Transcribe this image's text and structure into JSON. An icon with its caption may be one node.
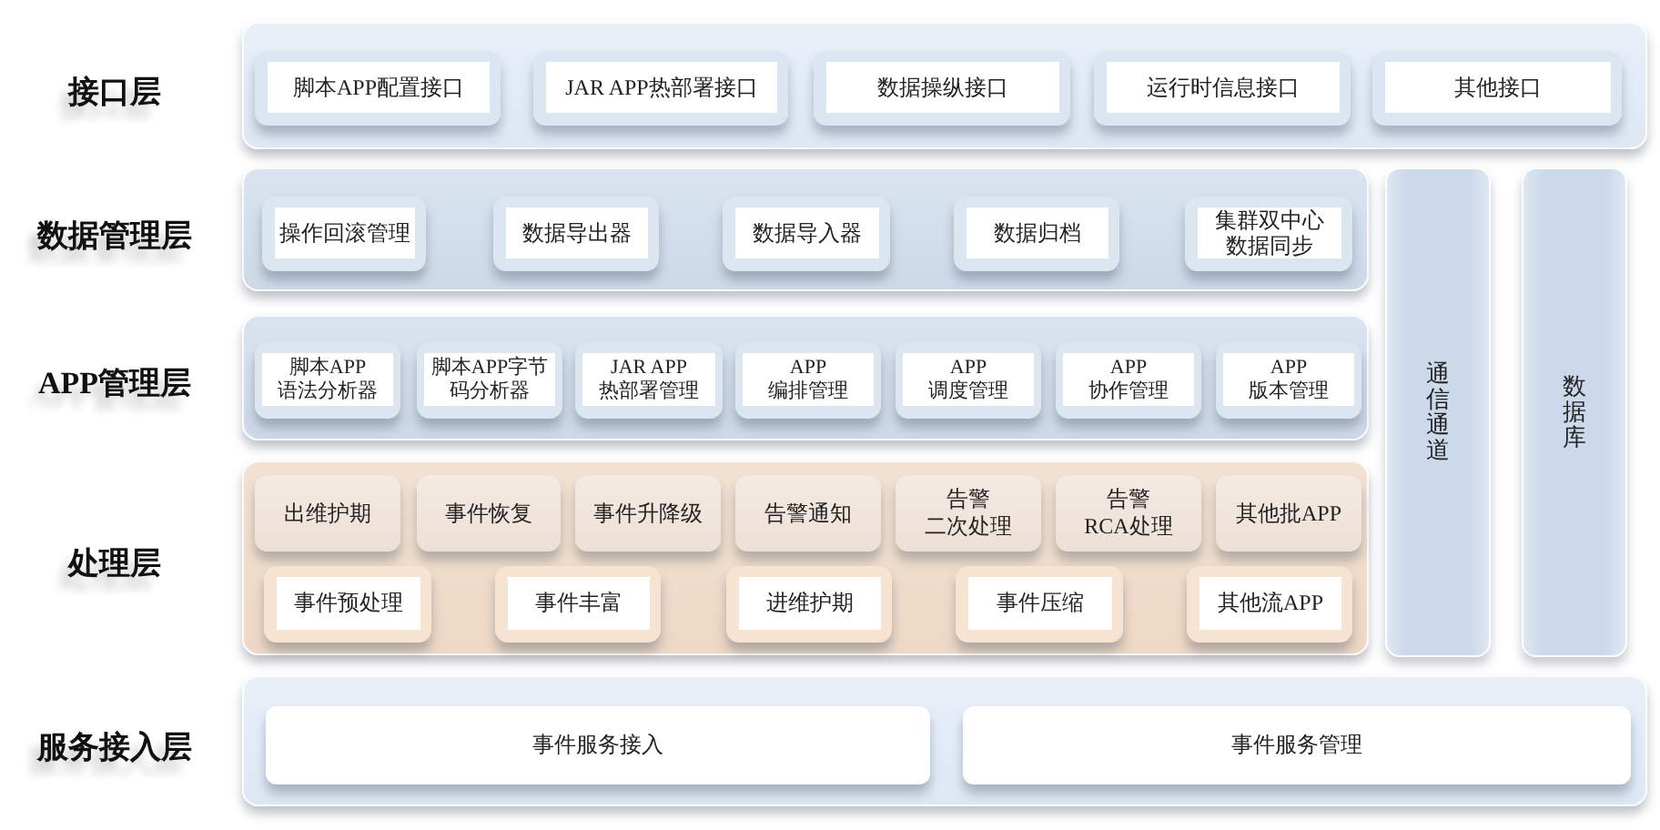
{
  "diagram": {
    "nodes": [
      {
        "text": [
          "接口层"
        ]
      },
      {
        "text": [
          "脚本APP配置接口"
        ],
        "in": 0
      },
      {
        "text": [
          "JAR APP热部署接口"
        ],
        "in": 0
      },
      {
        "text": [
          "数据操纵接口"
        ],
        "in": 0
      },
      {
        "text": [
          "运行时信息接口"
        ],
        "in": 0
      },
      {
        "text": [
          "其他接口"
        ],
        "in": 0
      },
      {
        "text": [
          "数据管理层"
        ]
      },
      {
        "text": [
          "操作回滚管理"
        ],
        "in": 6
      },
      {
        "text": [
          "数据导出器"
        ],
        "in": 6
      },
      {
        "text": [
          "数据导入器"
        ],
        "in": 6
      },
      {
        "text": [
          "数据归档"
        ],
        "in": 6
      },
      {
        "text": [
          "集群双中心数据同步"
        ],
        "in": 6
      },
      {
        "text": [
          "APP管理层"
        ]
      },
      {
        "text": [
          "脚本APP语法分析器"
        ],
        "in": 12
      },
      {
        "text": [
          "脚本APP字节码分析器"
        ],
        "in": 12
      },
      {
        "text": [
          "JAR APP热部署管理"
        ],
        "in": 12
      },
      {
        "text": [
          "APP编排管理"
        ],
        "in": 12
      },
      {
        "text": [
          "APP调度管理"
        ],
        "in": 12
      },
      {
        "text": [
          "APP协作管理"
        ],
        "in": 12
      },
      {
        "text": [
          "APP版本管理"
        ],
        "in": 12
      },
      {
        "text": [
          "处理层"
        ]
      },
      {
        "text": [
          "出维护期"
        ],
        "in": 20
      },
      {
        "text": [
          "事件恢复"
        ],
        "in": 20
      },
      {
        "text": [
          "事件升降级"
        ],
        "in": 20
      },
      {
        "text": [
          "告警通知"
        ],
        "in": 20
      },
      {
        "text": [
          "告警二次处理"
        ],
        "in": 20
      },
      {
        "text": [
          "告警RCA处理"
        ],
        "in": 20
      },
      {
        "text": [
          "其他批APP"
        ],
        "in": 20
      },
      {
        "text": [
          "事件预处理"
        ],
        "in": 20
      },
      {
        "text": [
          "事件丰富"
        ],
        "in": 20
      },
      {
        "text": [
          "进维护期"
        ],
        "in": 20
      },
      {
        "text": [
          "事件压缩"
        ],
        "in": 20
      },
      {
        "text": [
          "其他流APP"
        ],
        "in": 20
      },
      {
        "text": [
          "服务接入层"
        ]
      },
      {
        "text": [
          "事件服务接入"
        ],
        "in": 33
      },
      {
        "text": [
          "事件服务管理"
        ],
        "in": 33
      },
      {
        "text": [
          "通信通道"
        ]
      },
      {
        "text": [
          "数据库"
        ]
      }
    ]
  }
}
